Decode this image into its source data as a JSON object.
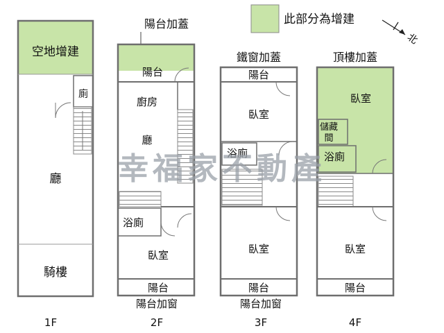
{
  "legend": {
    "text": "此部分為增建",
    "color": "#c8e4a8",
    "north_label": "北"
  },
  "watermark": "幸福家不動產",
  "colors": {
    "wall": "#6e6e6e",
    "addition": "#c8e4a8",
    "stair": "#888888",
    "watermark": "#9aa0a8"
  },
  "floors": {
    "f1": {
      "label": "1F",
      "addition_note": "空地增建",
      "toilet": "廁",
      "hall": "廳",
      "arcade": "騎樓"
    },
    "f2": {
      "label": "2F",
      "top_note": "陽台加蓋",
      "bottom_note": "陽台加窗",
      "front_balcony": "陽台",
      "kitchen": "廚房",
      "hall": "廳",
      "bathroom": "浴廁",
      "bedroom": "臥室",
      "rear_balcony": "陽台"
    },
    "f3": {
      "label": "3F",
      "top_note": "鐵窗加蓋",
      "bottom_note": "陽台加窗",
      "front_balcony": "陽台",
      "bedroom_top": "臥室",
      "bathroom": "浴廁",
      "bedroom_bottom": "臥室",
      "rear_balcony": "陽台"
    },
    "f4": {
      "label": "4F",
      "top_note": "頂樓加蓋",
      "bedroom_top": "臥室",
      "storage_line1": "儲藏",
      "storage_line2": "間",
      "bathroom": "浴廁",
      "bedroom_bottom": "臥室",
      "rear_balcony": "陽台"
    }
  }
}
